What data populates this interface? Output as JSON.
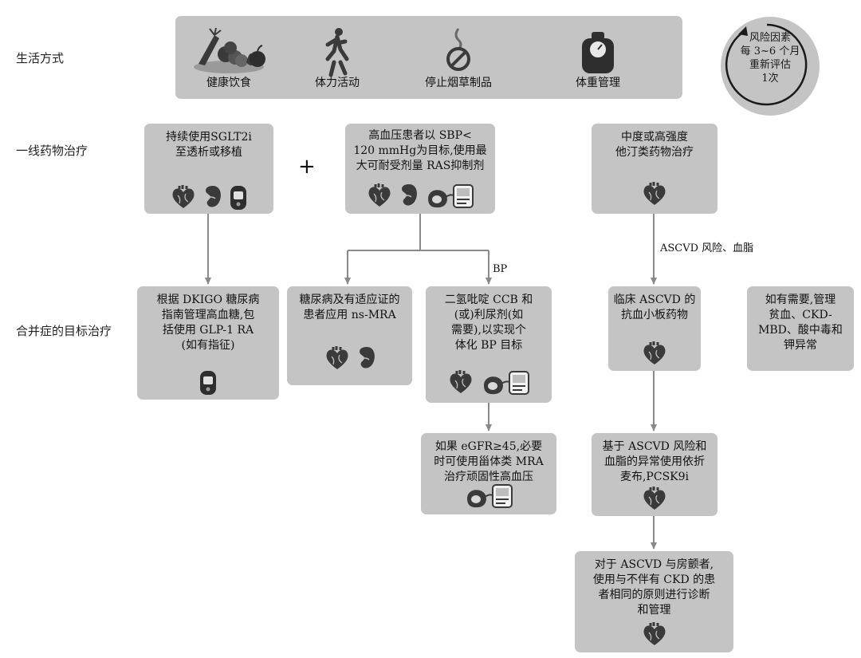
{
  "rows": {
    "lifestyle": "生活方式",
    "first_line": "一线药物治疗",
    "comorbidity": "合并症的目标治疗"
  },
  "lifestyle_items": [
    {
      "label": "健康饮食",
      "icon": "healthy-food-icon"
    },
    {
      "label": "体力活动",
      "icon": "running-person-icon"
    },
    {
      "label": "停止烟草制品",
      "icon": "no-smoking-icon"
    },
    {
      "label": "体重管理",
      "icon": "scale-icon"
    }
  ],
  "risk_cycle": {
    "line1": "风险因素",
    "line2": "每 3~6 个月",
    "line3": "重新评估",
    "line4": "1次"
  },
  "boxes": {
    "sglt2": "持续使用SGLT2i\n至透析或移植",
    "ras": "高血压患者以 SBP<\n120 mmHg为目标,使用最\n大可耐受剂量 RAS抑制剂",
    "statin": "中度或高强度\n他汀类药物治疗",
    "kdigo": "根据 DKIGO 糖尿病\n指南管理高血糖,包\n括使用 GLP-1 RA\n(如有指征)",
    "nsmra": "糖尿病及有适应证的\n患者应用 ns-MRA",
    "ccb": "二氢吡啶 CCB 和\n(或)利尿剂(如\n需要),以实现个\n体化 BP 目标",
    "antiplatelet": "临床 ASCVD 的\n抗血小板药物",
    "anemia": "如有需要,管理\n贫血、CKD-\nMBD、酸中毒和\n钾异常",
    "egfr": "如果 eGFR≥45,必要\n时可使用甾体类 MRA\n治疗顽固性高血压",
    "ezetimibe": "基于 ASCVD 风险和\n血脂的异常使用依折\n麦布,PCSK9i",
    "af": "对于 ASCVD 与房颤者,\n使用与不伴有 CKD 的患\n者相同的原则进行诊断\n和管理"
  },
  "plus_sign": "+",
  "edge_labels": {
    "bp": "BP",
    "ascvd_lipid": "ASCVD 风险、血脂"
  },
  "icon_names": [
    "heart-icon",
    "kidney-icon",
    "glucose-meter-icon",
    "bp-monitor-icon"
  ],
  "colors": {
    "box": "#c4c4c4",
    "arrow": "#8a8a8a",
    "icon": "#3a3a3a"
  }
}
